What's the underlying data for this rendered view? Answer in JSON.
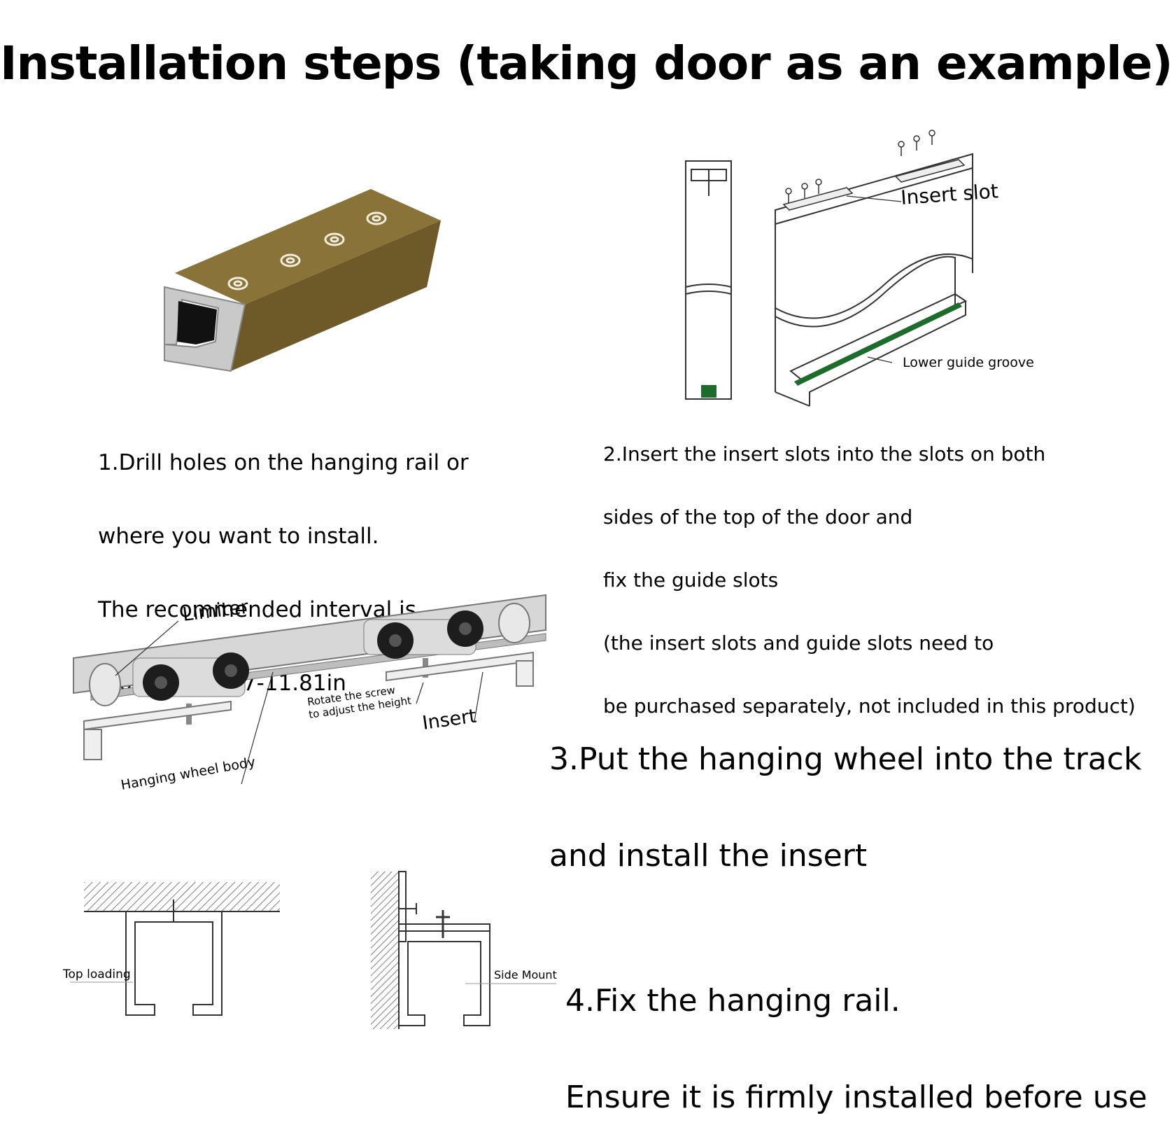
{
  "title": "Installation steps (taking door as an example)",
  "step1": {
    "lines": [
      "1.Drill holes on the hanging rail or",
      "where you want to install.",
      "The recommended interval is",
      " 20-30cm/7.87-11.81in"
    ],
    "rail_color": "#8a7338"
  },
  "step2": {
    "lines": [
      "2.Insert the insert slots into the slots on both",
      "sides of the top of the door and",
      "fix the guide slots",
      "(the insert slots and guide slots need to",
      "be purchased separately, not included in this product)"
    ],
    "labels": {
      "insert_slot": "Insert slot",
      "lower_guide_groove": "Lower guide groove"
    },
    "groove_color": "#1e6b2e"
  },
  "step3": {
    "lines": [
      "3.Put the hanging wheel into the track",
      "and install the insert"
    ],
    "labels": {
      "limiter": "Limiter",
      "rotate_line1": "Rotate the screw",
      "rotate_line2": "to adjust the height",
      "insert": "Insert",
      "hanging_wheel_body": "Hanging wheel body"
    }
  },
  "step4": {
    "lines": [
      "4.Fix the hanging rail.",
      "Ensure it is firmly installed before use"
    ],
    "labels": {
      "top_loading": "Top loading",
      "side_mount": "Side Mount"
    }
  }
}
